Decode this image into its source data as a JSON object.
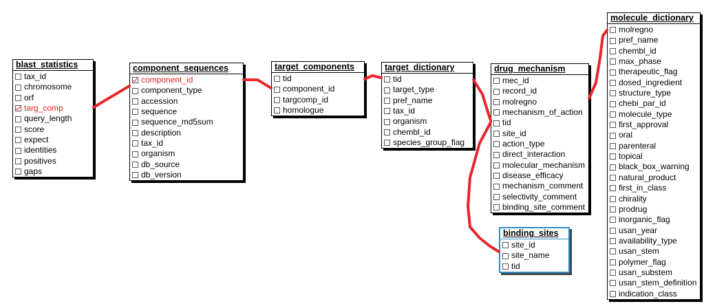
{
  "colors": {
    "link": "#e6262d",
    "highlight": "#e0231f",
    "selected_border": "#2a8fc7"
  },
  "tables": [
    {
      "key": "blast_statistics",
      "title": "blast_statistics",
      "selected": false,
      "columns": [
        {
          "name": "tax_id",
          "checked": false
        },
        {
          "name": "chromosome",
          "checked": false
        },
        {
          "name": "orf",
          "checked": false
        },
        {
          "name": "targ_comp",
          "checked": true
        },
        {
          "name": "query_length",
          "checked": false
        },
        {
          "name": "score",
          "checked": false
        },
        {
          "name": "expect",
          "checked": false
        },
        {
          "name": "identities",
          "checked": false
        },
        {
          "name": "positives",
          "checked": false
        },
        {
          "name": "gaps",
          "checked": false
        }
      ]
    },
    {
      "key": "component_sequences",
      "title": "component_sequences",
      "selected": false,
      "columns": [
        {
          "name": "component_id",
          "checked": true
        },
        {
          "name": "component_type",
          "checked": false
        },
        {
          "name": "accession",
          "checked": false
        },
        {
          "name": "sequence",
          "checked": false
        },
        {
          "name": "sequence_md5sum",
          "checked": false
        },
        {
          "name": "description",
          "checked": false
        },
        {
          "name": "tax_id",
          "checked": false
        },
        {
          "name": "organism",
          "checked": false
        },
        {
          "name": "db_source",
          "checked": false
        },
        {
          "name": "db_version",
          "checked": false
        }
      ]
    },
    {
      "key": "target_components",
      "title": "target_components",
      "selected": false,
      "columns": [
        {
          "name": "tid",
          "checked": false
        },
        {
          "name": "component_id",
          "checked": false
        },
        {
          "name": "targcomp_id",
          "checked": false
        },
        {
          "name": "homologue",
          "checked": false
        }
      ]
    },
    {
      "key": "target_dictionary",
      "title": "target_dictionary",
      "selected": false,
      "columns": [
        {
          "name": "tid",
          "checked": false
        },
        {
          "name": "target_type",
          "checked": false
        },
        {
          "name": "pref_name",
          "checked": false
        },
        {
          "name": "tax_id",
          "checked": false
        },
        {
          "name": "organism",
          "checked": false
        },
        {
          "name": "chembl_id",
          "checked": false
        },
        {
          "name": "species_group_flag",
          "checked": false
        }
      ]
    },
    {
      "key": "drug_mechanism",
      "title": "drug_mechanism",
      "selected": false,
      "columns": [
        {
          "name": "mec_id",
          "checked": false
        },
        {
          "name": "record_id",
          "checked": false
        },
        {
          "name": "molregno",
          "checked": false
        },
        {
          "name": "mechanism_of_action",
          "checked": false
        },
        {
          "name": "tid",
          "checked": false
        },
        {
          "name": "site_id",
          "checked": false
        },
        {
          "name": "action_type",
          "checked": false
        },
        {
          "name": "direct_interaction",
          "checked": false
        },
        {
          "name": "molecular_mechanism",
          "checked": false
        },
        {
          "name": "disease_efficacy",
          "checked": false
        },
        {
          "name": "mechanism_comment",
          "checked": false
        },
        {
          "name": "selectivity_comment",
          "checked": false
        },
        {
          "name": "binding_site_comment",
          "checked": false
        }
      ]
    },
    {
      "key": "binding_sites",
      "title": "binding_sites",
      "selected": true,
      "columns": [
        {
          "name": "site_id",
          "checked": false
        },
        {
          "name": "site_name",
          "checked": false
        },
        {
          "name": "tid",
          "checked": false
        }
      ]
    },
    {
      "key": "molecule_dictionary",
      "title": "molecule_dictionary",
      "selected": false,
      "columns": [
        {
          "name": "molregno",
          "checked": false
        },
        {
          "name": "pref_name",
          "checked": false
        },
        {
          "name": "chembl_id",
          "checked": false
        },
        {
          "name": "max_phase",
          "checked": false
        },
        {
          "name": "therapeutic_flag",
          "checked": false
        },
        {
          "name": "dosed_ingredient",
          "checked": false
        },
        {
          "name": "structure_type",
          "checked": false
        },
        {
          "name": "chebi_par_id",
          "checked": false
        },
        {
          "name": "molecule_type",
          "checked": false
        },
        {
          "name": "first_approval",
          "checked": false
        },
        {
          "name": "oral",
          "checked": false
        },
        {
          "name": "parenteral",
          "checked": false
        },
        {
          "name": "topical",
          "checked": false
        },
        {
          "name": "black_box_warning",
          "checked": false
        },
        {
          "name": "natural_product",
          "checked": false
        },
        {
          "name": "first_in_class",
          "checked": false
        },
        {
          "name": "chirality",
          "checked": false
        },
        {
          "name": "prodrug",
          "checked": false
        },
        {
          "name": "inorganic_flag",
          "checked": false
        },
        {
          "name": "usan_year",
          "checked": false
        },
        {
          "name": "availability_type",
          "checked": false
        },
        {
          "name": "usan_stem",
          "checked": false
        },
        {
          "name": "polymer_flag",
          "checked": false
        },
        {
          "name": "usan_substem",
          "checked": false
        },
        {
          "name": "usan_stem_definition",
          "checked": false
        },
        {
          "name": "indication_class",
          "checked": false
        }
      ]
    }
  ],
  "relationships": [
    {
      "from": "blast_statistics.targ_comp",
      "to": "component_sequences.component_id"
    },
    {
      "from": "component_sequences.component_id",
      "to": "target_components.component_id"
    },
    {
      "from": "target_components.tid",
      "to": "target_dictionary.tid"
    },
    {
      "from": "target_dictionary.tid",
      "to": "drug_mechanism.tid"
    },
    {
      "from": "drug_mechanism.tid",
      "to": "binding_sites.tid"
    },
    {
      "from": "drug_mechanism.molregno",
      "to": "molecule_dictionary.molregno"
    }
  ]
}
